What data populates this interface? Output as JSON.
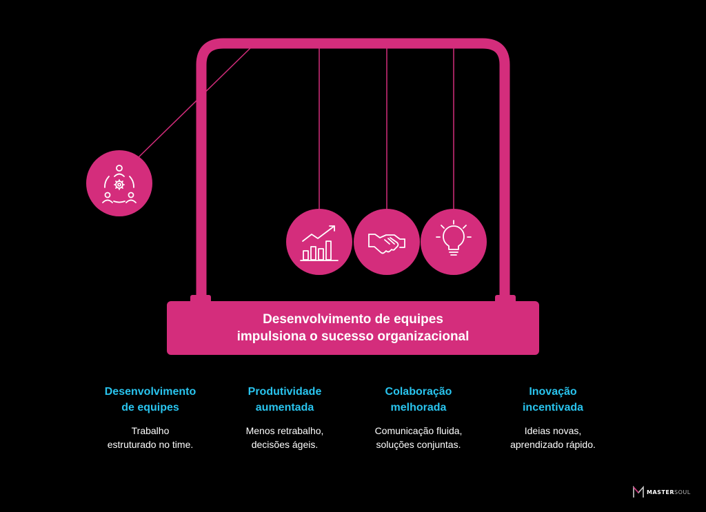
{
  "colors": {
    "background": "#000000",
    "accent": "#d42d7c",
    "heading": "#29c4ee",
    "text": "#ffffff"
  },
  "center": {
    "line1": "Desenvolvimento de equipes",
    "line2": "impulsiona o sucesso organizacional"
  },
  "balls": [
    {
      "icon": "team-gear-icon"
    },
    {
      "icon": "growth-chart-icon"
    },
    {
      "icon": "handshake-icon"
    },
    {
      "icon": "lightbulb-icon"
    }
  ],
  "columns": [
    {
      "title1": "Desenvolvimento",
      "title2": "de equipes",
      "desc1": "Trabalho",
      "desc2": "estruturado no time."
    },
    {
      "title1": "Produtividade",
      "title2": "aumentada",
      "desc1": "Menos retrabalho,",
      "desc2": "decisões ágeis."
    },
    {
      "title1": "Colaboração",
      "title2": "melhorada",
      "desc1": "Comunicação fluida,",
      "desc2": "soluções conjuntas."
    },
    {
      "title1": "Inovação",
      "title2": "incentivada",
      "desc1": "Ideias novas,",
      "desc2": "aprendizado rápido."
    }
  ],
  "brand": {
    "logo_icon": "mastersoul-logo-icon",
    "name_bold": "MASTER",
    "name_light": "SOUL"
  }
}
